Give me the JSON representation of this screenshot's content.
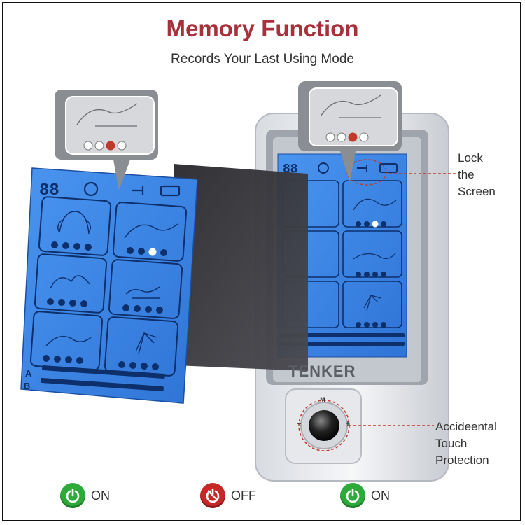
{
  "header": {
    "title": "Memory Function",
    "subtitle": "Records Your Last Using Mode"
  },
  "annotations": {
    "lock": [
      "Lock",
      "the",
      "Screen"
    ],
    "touch": [
      "Accideental",
      "Touch",
      "Protection"
    ]
  },
  "device": {
    "brand": "TENKER",
    "mode_key": "M",
    "plus_key": "+",
    "minus_key": "−",
    "lcd_digits": "88",
    "channel_a": "A",
    "channel_b": "B"
  },
  "status_bar": [
    {
      "label": "ON",
      "state": "on",
      "icon": "power-icon"
    },
    {
      "label": "OFF",
      "state": "off",
      "icon": "power-off-icon"
    },
    {
      "label": "ON",
      "state": "on",
      "icon": "power-icon"
    }
  ],
  "colors": {
    "title": "#a8303a",
    "lcd": "#3d87e8",
    "on": "#2eaa3a",
    "off": "#c62828",
    "annotation_line": "#c0392b"
  }
}
